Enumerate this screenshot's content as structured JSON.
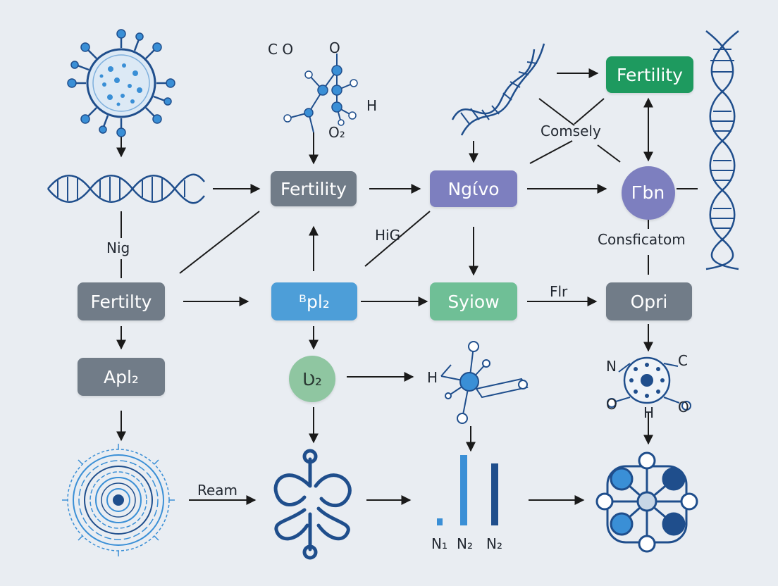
{
  "colors": {
    "background": "#e9edf2",
    "node_gray": "#717c88",
    "node_green": "#1e9a5f",
    "node_purple": "#7d7fbf",
    "node_blue": "#4d9ed8",
    "node_teal": "#6fbf96",
    "icon_navy": "#1f4e8c",
    "icon_blue": "#3a8fd6",
    "arrow": "#1a1a1a"
  },
  "nodes": {
    "fertility_top_center": "Fertility",
    "fertility_top_right": "Fertility",
    "ngivo": "Ngίvo",
    "bn": "Ꮁbn",
    "fertilty_left": "Fertilty",
    "bpl2": "ᴮpl₂",
    "syiow": "Syiow",
    "opri": "Opri",
    "apl2": "Apl₂",
    "v2": "Ʋ₂"
  },
  "labels": {
    "c_o": "C O",
    "o_top": "O",
    "h_top": "H",
    "o2": "O₂",
    "comsely": "Comsely",
    "nig": "Nig",
    "hig": "HiG",
    "consficatom": "Consficatom",
    "flr": "Flr",
    "h_mol": "H",
    "n_right": "N",
    "c_right": "C",
    "o_right_left": "O",
    "h_right": "H",
    "o_right_right": "O",
    "ream": "Ream",
    "n1": "N₁",
    "n2a": "N₂",
    "n2b": "N₂"
  },
  "icons": [
    "virus-icon",
    "dna-helix-horizontal-icon",
    "molecule-icon",
    "dna-helix-diagonal-icon",
    "dna-helix-vertical-icon",
    "cell-atom-icon",
    "spiral-cell-icon",
    "knot-molecule-icon",
    "network-molecule-icon"
  ],
  "chart_data": {
    "type": "bar",
    "categories": [
      "N₁",
      "N₂",
      "N₂"
    ],
    "values": [
      0.1,
      1.0,
      0.88
    ],
    "ylim": [
      0,
      1
    ]
  }
}
